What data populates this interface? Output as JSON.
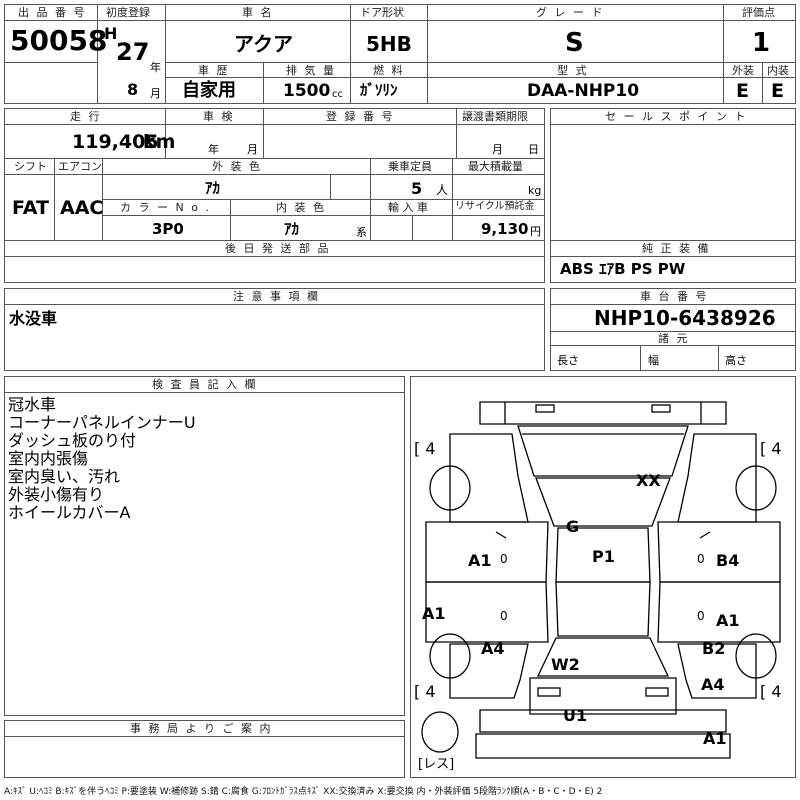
{
  "header": {
    "lot_label": "出 品 番 号",
    "lot_number": "50058",
    "first_reg_label": "初度登録",
    "era_letter": "H",
    "year_value": "27",
    "year_unit": "年",
    "month_value": "8",
    "month_unit": "月",
    "car_name_label": "車 名",
    "car_name": "アクア",
    "door_label": "ドア形状",
    "door": "5HB",
    "grade_label": "グ レ ー ド",
    "grade": "S",
    "score_label": "評価点",
    "score": "1",
    "history_label": "車 歴",
    "history": "自家用",
    "displacement_label": "排 気 量",
    "displacement": "1500",
    "displacement_unit": "cc",
    "fuel_label": "燃 料",
    "fuel": "ｶﾞｿﾘﾝ",
    "model_label": "型 式",
    "model": "DAA-NHP10",
    "exterior_label": "外装",
    "exterior": "E",
    "interior_label": "内装",
    "interior": "E"
  },
  "details": {
    "mileage_label": "走 行",
    "mileage": "119,405",
    "mileage_unit": "km",
    "inspection_label": "車 検",
    "inspection_year_unit": "年",
    "inspection_month_unit": "月",
    "registration_label": "登 録 番 号",
    "transfer_label": "譲渡書類期限",
    "transfer_month_unit": "月",
    "transfer_day_unit": "日",
    "shift_label": "シフト",
    "shift": "FAT",
    "ac_label": "エアコン",
    "ac": "AAC",
    "ext_color_label": "外 装 色",
    "ext_color": "ｱｶ",
    "capacity_label": "乗車定員",
    "capacity": "5",
    "capacity_unit": "人",
    "max_load_label": "最大積載量",
    "max_load_unit": "kg",
    "color_no_label": "カ ラ ー N o .",
    "color_no": "3P0",
    "int_color_label": "内 装 色",
    "int_color": "ｱｶ",
    "int_color_unit": "系",
    "import_label": "輸 入 車",
    "recycle_label": "リサイクル預託金",
    "recycle": "9,130",
    "recycle_unit": "円",
    "later_parts_label": "後 日 発 送 部 品"
  },
  "sales": {
    "label": "セ ー ル ス ポ イ ン ト",
    "equipment_label": "純 正 装 備",
    "equipment": "ABS ｴｱB PS PW"
  },
  "notes": {
    "label": "注 意 事 項 欄",
    "text": "水没車"
  },
  "chassis": {
    "label": "車 台 番 号",
    "number": "NHP10-6438926",
    "specs_label": "諸 元",
    "length_label": "長さ",
    "width_label": "幅",
    "height_label": "高さ"
  },
  "inspector": {
    "label": "検 査 員 記 入 欄",
    "lines": [
      "冠水車",
      "コーナーパネルインナーU",
      "ダッシュ板のり付",
      "室内内張傷",
      "室内臭い、汚れ",
      "外装小傷有り",
      "ホイールカバーA"
    ]
  },
  "office": {
    "label": "事 務 局 よ り ご 案 内"
  },
  "diagram": {
    "tires": [
      "4",
      "4",
      "4",
      "4"
    ],
    "spare": "レス",
    "marks": [
      "XX",
      "G",
      "P1",
      "A1",
      "B4",
      "A1",
      "A1",
      "A4",
      "B2",
      "W2",
      "A4",
      "U1",
      "A1"
    ],
    "zeros": [
      "0",
      "0",
      "0",
      "0"
    ]
  },
  "legend": "A:ｷｽﾞ U:ﾍｺﾐ B:ｷｽﾞを伴うﾍｺﾐ P:要塗装 W:補修跡 S:錆 C:腐食 G:ﾌﾛﾝﾄｶﾞﾗｽ点ｷｽﾞ XX:交換済み X:要交換 内・外装評価 5段階ﾗﾝｸ順(A・B・C・D・E) 2"
}
